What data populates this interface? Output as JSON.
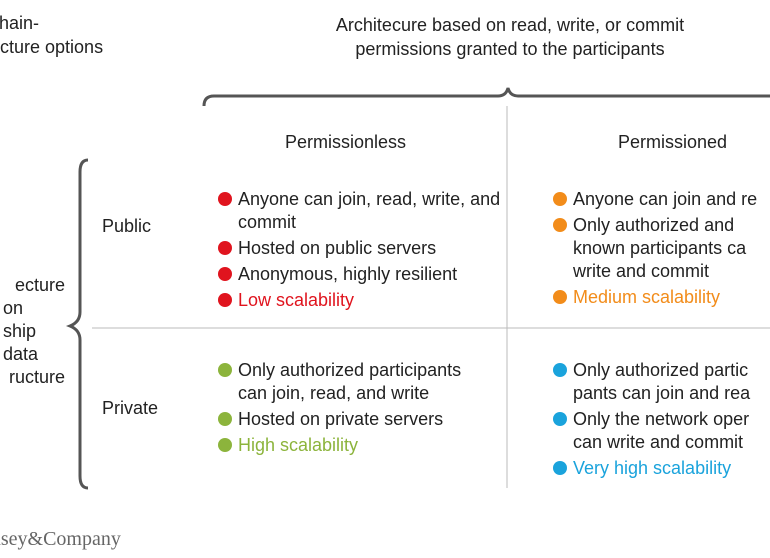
{
  "title_left": [
    "chain-",
    "ecture options"
  ],
  "title_top": [
    "Architecure based on read, write, or commit",
    "permissions granted to the participants"
  ],
  "columns": [
    "Permissionless",
    "Permissioned"
  ],
  "rows": [
    "Public",
    "Private"
  ],
  "left_axis": [
    "ecture",
    "on",
    "ship",
    "data",
    "ructure"
  ],
  "cells": {
    "public_permissionless": {
      "color": "#e0141e",
      "items": [
        "Anyone can join, read, write, and commit",
        "Hosted on public servers",
        "Anonymous, highly resilient"
      ],
      "scalability": "Low scalability"
    },
    "public_permissioned": {
      "color": "#f28c1a",
      "items": [
        "Anyone can join and re",
        "Only authorized and known participants ca write and commit"
      ],
      "scalability": "Medium scalability"
    },
    "private_permissionless": {
      "color": "#8cb43c",
      "items": [
        "Only authorized participants can join, read, and write",
        "Hosted on private servers"
      ],
      "scalability": "High scalability"
    },
    "private_permissioned": {
      "color": "#1aa3dc",
      "items": [
        "Only authorized partic pants can join and rea",
        "Only the network oper can write and commit"
      ],
      "scalability": "Very high scalability"
    }
  },
  "logo": "asey&Company"
}
